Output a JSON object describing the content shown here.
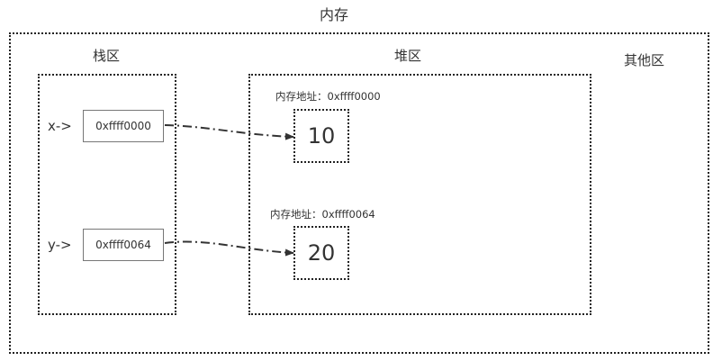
{
  "title": "内存",
  "regions": {
    "stack": {
      "label": "栈区"
    },
    "heap": {
      "label": "堆区"
    },
    "other": {
      "label": "其他区"
    }
  },
  "variables": [
    {
      "name": "x->",
      "pointer": "0xffff0000"
    },
    {
      "name": "y->",
      "pointer": "0xffff0064"
    }
  ],
  "heap_cells": [
    {
      "address_label": "内存地址：0xffff0000",
      "value": "10"
    },
    {
      "address_label": "内存地址：0xffff0064",
      "value": "20"
    }
  ]
}
